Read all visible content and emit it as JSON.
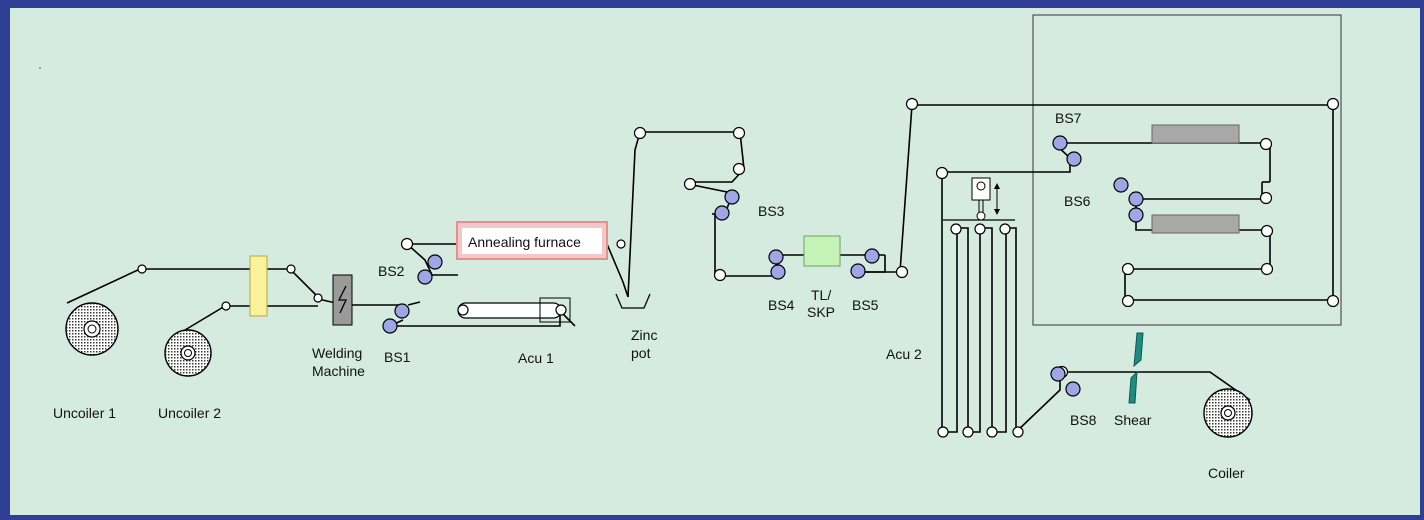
{
  "diagram": {
    "colors": {
      "border": "#2f3f93",
      "panel": "#d6ebe0",
      "strip": "#000000",
      "bridle_roll": "#9ea6e6",
      "weld_block": "#f9f29a",
      "weld_machine": "#9a9a9a",
      "furnace_border": "#e99a9a",
      "skinpass": "#c6f4b8",
      "dryer": "#a8a8a8",
      "shear": "#1e8c80"
    },
    "labels": {
      "uncoiler1": "Uncoiler 1",
      "uncoiler2": "Uncoiler 2",
      "welding1": "Welding",
      "welding2": "Machine",
      "bs1": "BS1",
      "bs2": "BS2",
      "acu1": "Acu 1",
      "furnace": "Annealing furnace",
      "zinc1": "Zinc",
      "zinc2": "pot",
      "bs3": "BS3",
      "bs4": "BS4",
      "tl1": "TL/",
      "tl2": "SKP",
      "bs5": "BS5",
      "bs6": "BS6",
      "bs7": "BS7",
      "acu2": "Acu 2",
      "bs8": "BS8",
      "shear": "Shear",
      "coiler": "Coiler"
    }
  }
}
